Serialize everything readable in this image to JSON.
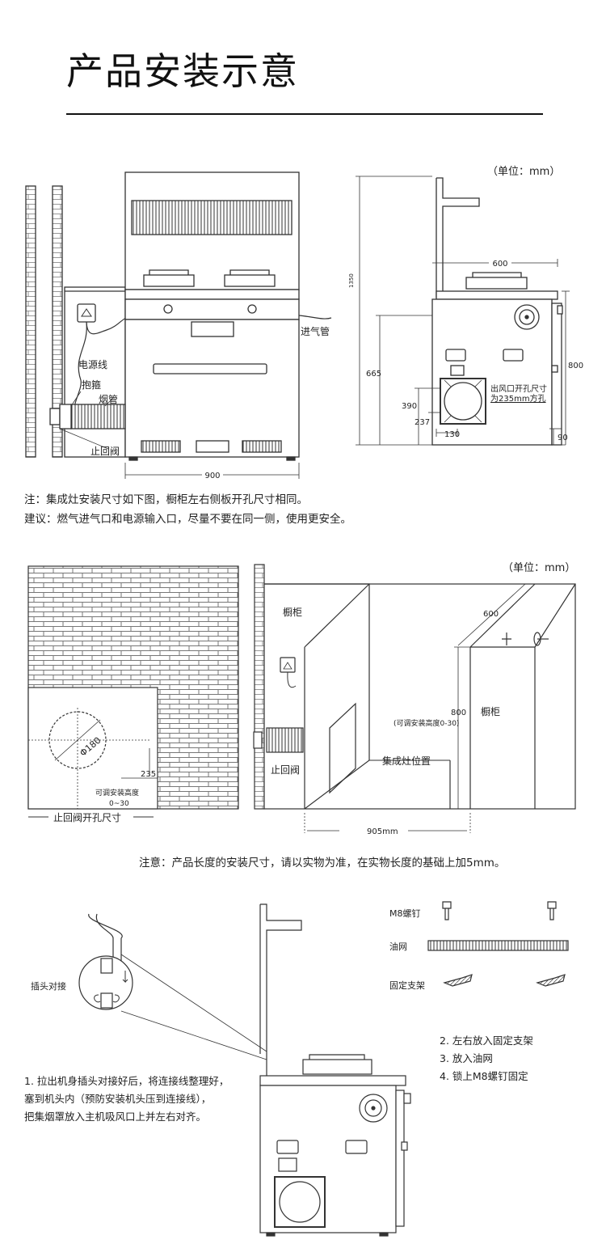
{
  "page": {
    "title": "产品安装示意"
  },
  "section1": {
    "unit": "（单位：mm）",
    "labels": {
      "gas_pipe": "进气管",
      "power_cord": "电源线",
      "clamp": "抱箍",
      "smoke_pipe": "烟管",
      "check_valve": "止回阀",
      "vent_hole": "出风口开孔尺寸",
      "vent_hole2": "为235mm方孔"
    },
    "dims": {
      "width": "900",
      "height_total": "1350",
      "depth": "600",
      "counter_height": "800",
      "h665": "665",
      "h390": "390",
      "h237": "237",
      "w130": "130",
      "h90": "90"
    },
    "note1": "注：集成灶安装尺寸如下图，橱柜左右侧板开孔尺寸相同。",
    "note2": "建议：燃气进气口和电源输入口，尽量不要在同一侧，使用更安全。"
  },
  "section2": {
    "unit": "（单位：mm）",
    "labels": {
      "phi": "Φ180",
      "h235": "235",
      "adjust": "可调安装高度",
      "adjust_range": "0~30",
      "valve_hole": "止回阀开孔尺寸",
      "cabinet_left": "橱柜",
      "cabinet_right": "橱柜",
      "depth": "600",
      "height": "800",
      "height_note": "(可调安装高度0-30)",
      "position": "集成灶位置",
      "width": "905mm",
      "check_valve": "止回阀"
    },
    "note": "注意：产品长度的安装尺寸，请以实物为准，在实物长度的基础上加5mm。"
  },
  "section3": {
    "labels": {
      "plug": "插头对接",
      "screw": "M8螺钉",
      "oil_net": "油网",
      "bracket": "固定支架"
    },
    "step1": [
      "1. 拉出机身插头对接好后，将连接线整理好，",
      "塞到机头内（预防安装机头压到连接线），",
      "把集烟罩放入主机吸风口上并左右对齐。"
    ],
    "steps": [
      "2. 左右放入固定支架",
      "3. 放入油网",
      "4. 锁上M8螺钉固定"
    ]
  }
}
